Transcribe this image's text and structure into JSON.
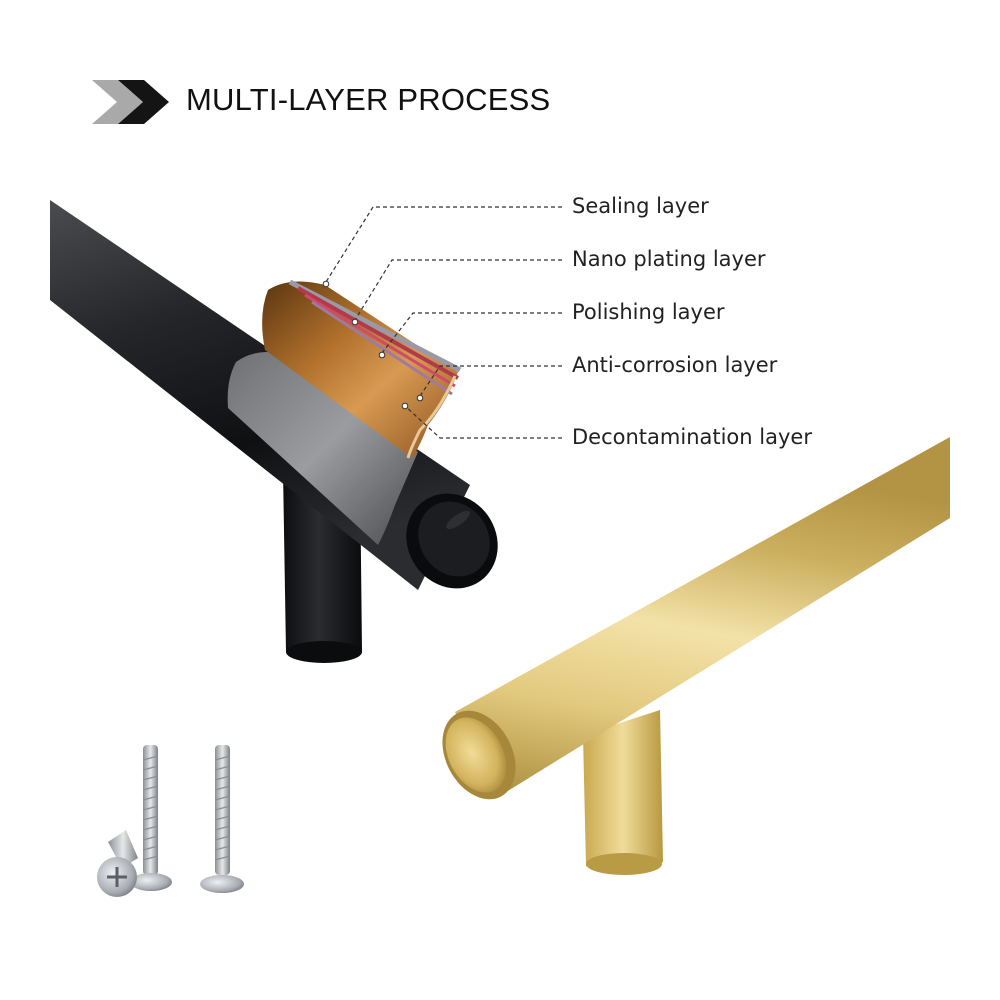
{
  "header": {
    "title": "MULTI-LAYER PROCESS",
    "icon": "double-chevron-right-icon"
  },
  "layers": [
    {
      "label": "Sealing layer",
      "color": "#9a9aa6"
    },
    {
      "label": "Nano plating layer",
      "color": "#b23a4a"
    },
    {
      "label": "Polishing layer",
      "color": "#d04a6a"
    },
    {
      "label": "Anti-corrosion layer",
      "color": "#a07aa0"
    },
    {
      "label": "Decontamination layer",
      "color": "#c07a3a"
    }
  ],
  "colors": {
    "black_handle": "#1b1c1f",
    "gold_handle": "#d9bd6a",
    "screw": "#c4c7cc",
    "chevron_light": "#a9a9a9",
    "chevron_dark": "#141414"
  }
}
